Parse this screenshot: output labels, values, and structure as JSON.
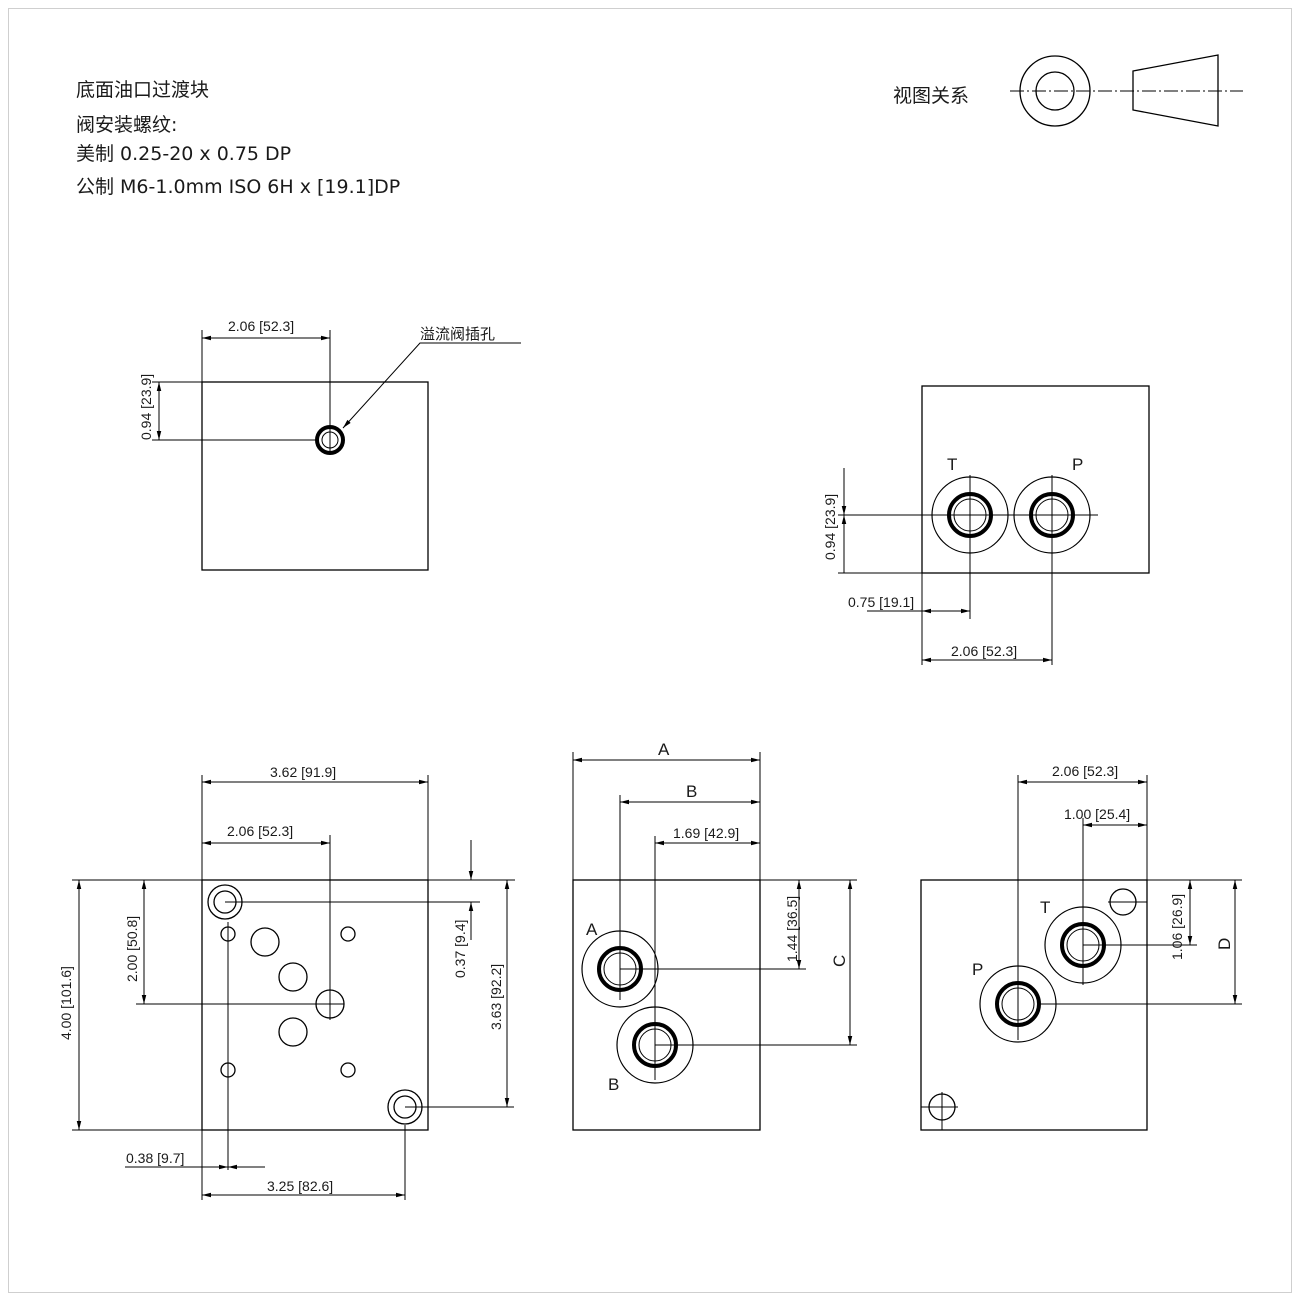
{
  "header": {
    "line1": "底面油口过渡块",
    "line2": "阀安装螺纹:",
    "line3": "美制 0.25-20 x 0.75 DP",
    "line4": "公制 M6-1.0mm ISO 6H x [19.1]DP"
  },
  "view_relation": {
    "label": "视图关系"
  },
  "top_left_view": {
    "dim_horizontal": "2.06 [52.3]",
    "dim_vertical": "0.94 [23.9]",
    "callout": "溢流阀插孔"
  },
  "top_right_view": {
    "port_t": "T",
    "port_p": "P",
    "dim_vertical": "0.94 [23.9]",
    "dim_offset": "0.75 [19.1]",
    "dim_spacing": "2.06 [52.3]"
  },
  "bottom_left_view": {
    "dim_width": "3.62 [91.9]",
    "dim_center": "2.06 [52.3]",
    "dim_height": "4.00 [101.6]",
    "dim_hole_y": "2.00 [50.8]",
    "dim_top_offset": "0.37 [9.4]",
    "dim_mount_span": "3.63 [92.2]",
    "dim_left_offset": "0.38 [9.7]",
    "dim_bottom_span": "3.25 [82.6]"
  },
  "bottom_middle_view": {
    "dim_a": "A",
    "dim_b": "B",
    "dim_169": "1.69 [42.9]",
    "dim_144": "1.44 [36.5]",
    "dim_c": "C",
    "port_a": "A",
    "port_b": "B"
  },
  "bottom_right_view": {
    "dim_spacing": "2.06 [52.3]",
    "dim_100": "1.00 [25.4]",
    "dim_106": "1.06 [26.9]",
    "dim_d": "D",
    "port_t": "T",
    "port_p": "P"
  }
}
